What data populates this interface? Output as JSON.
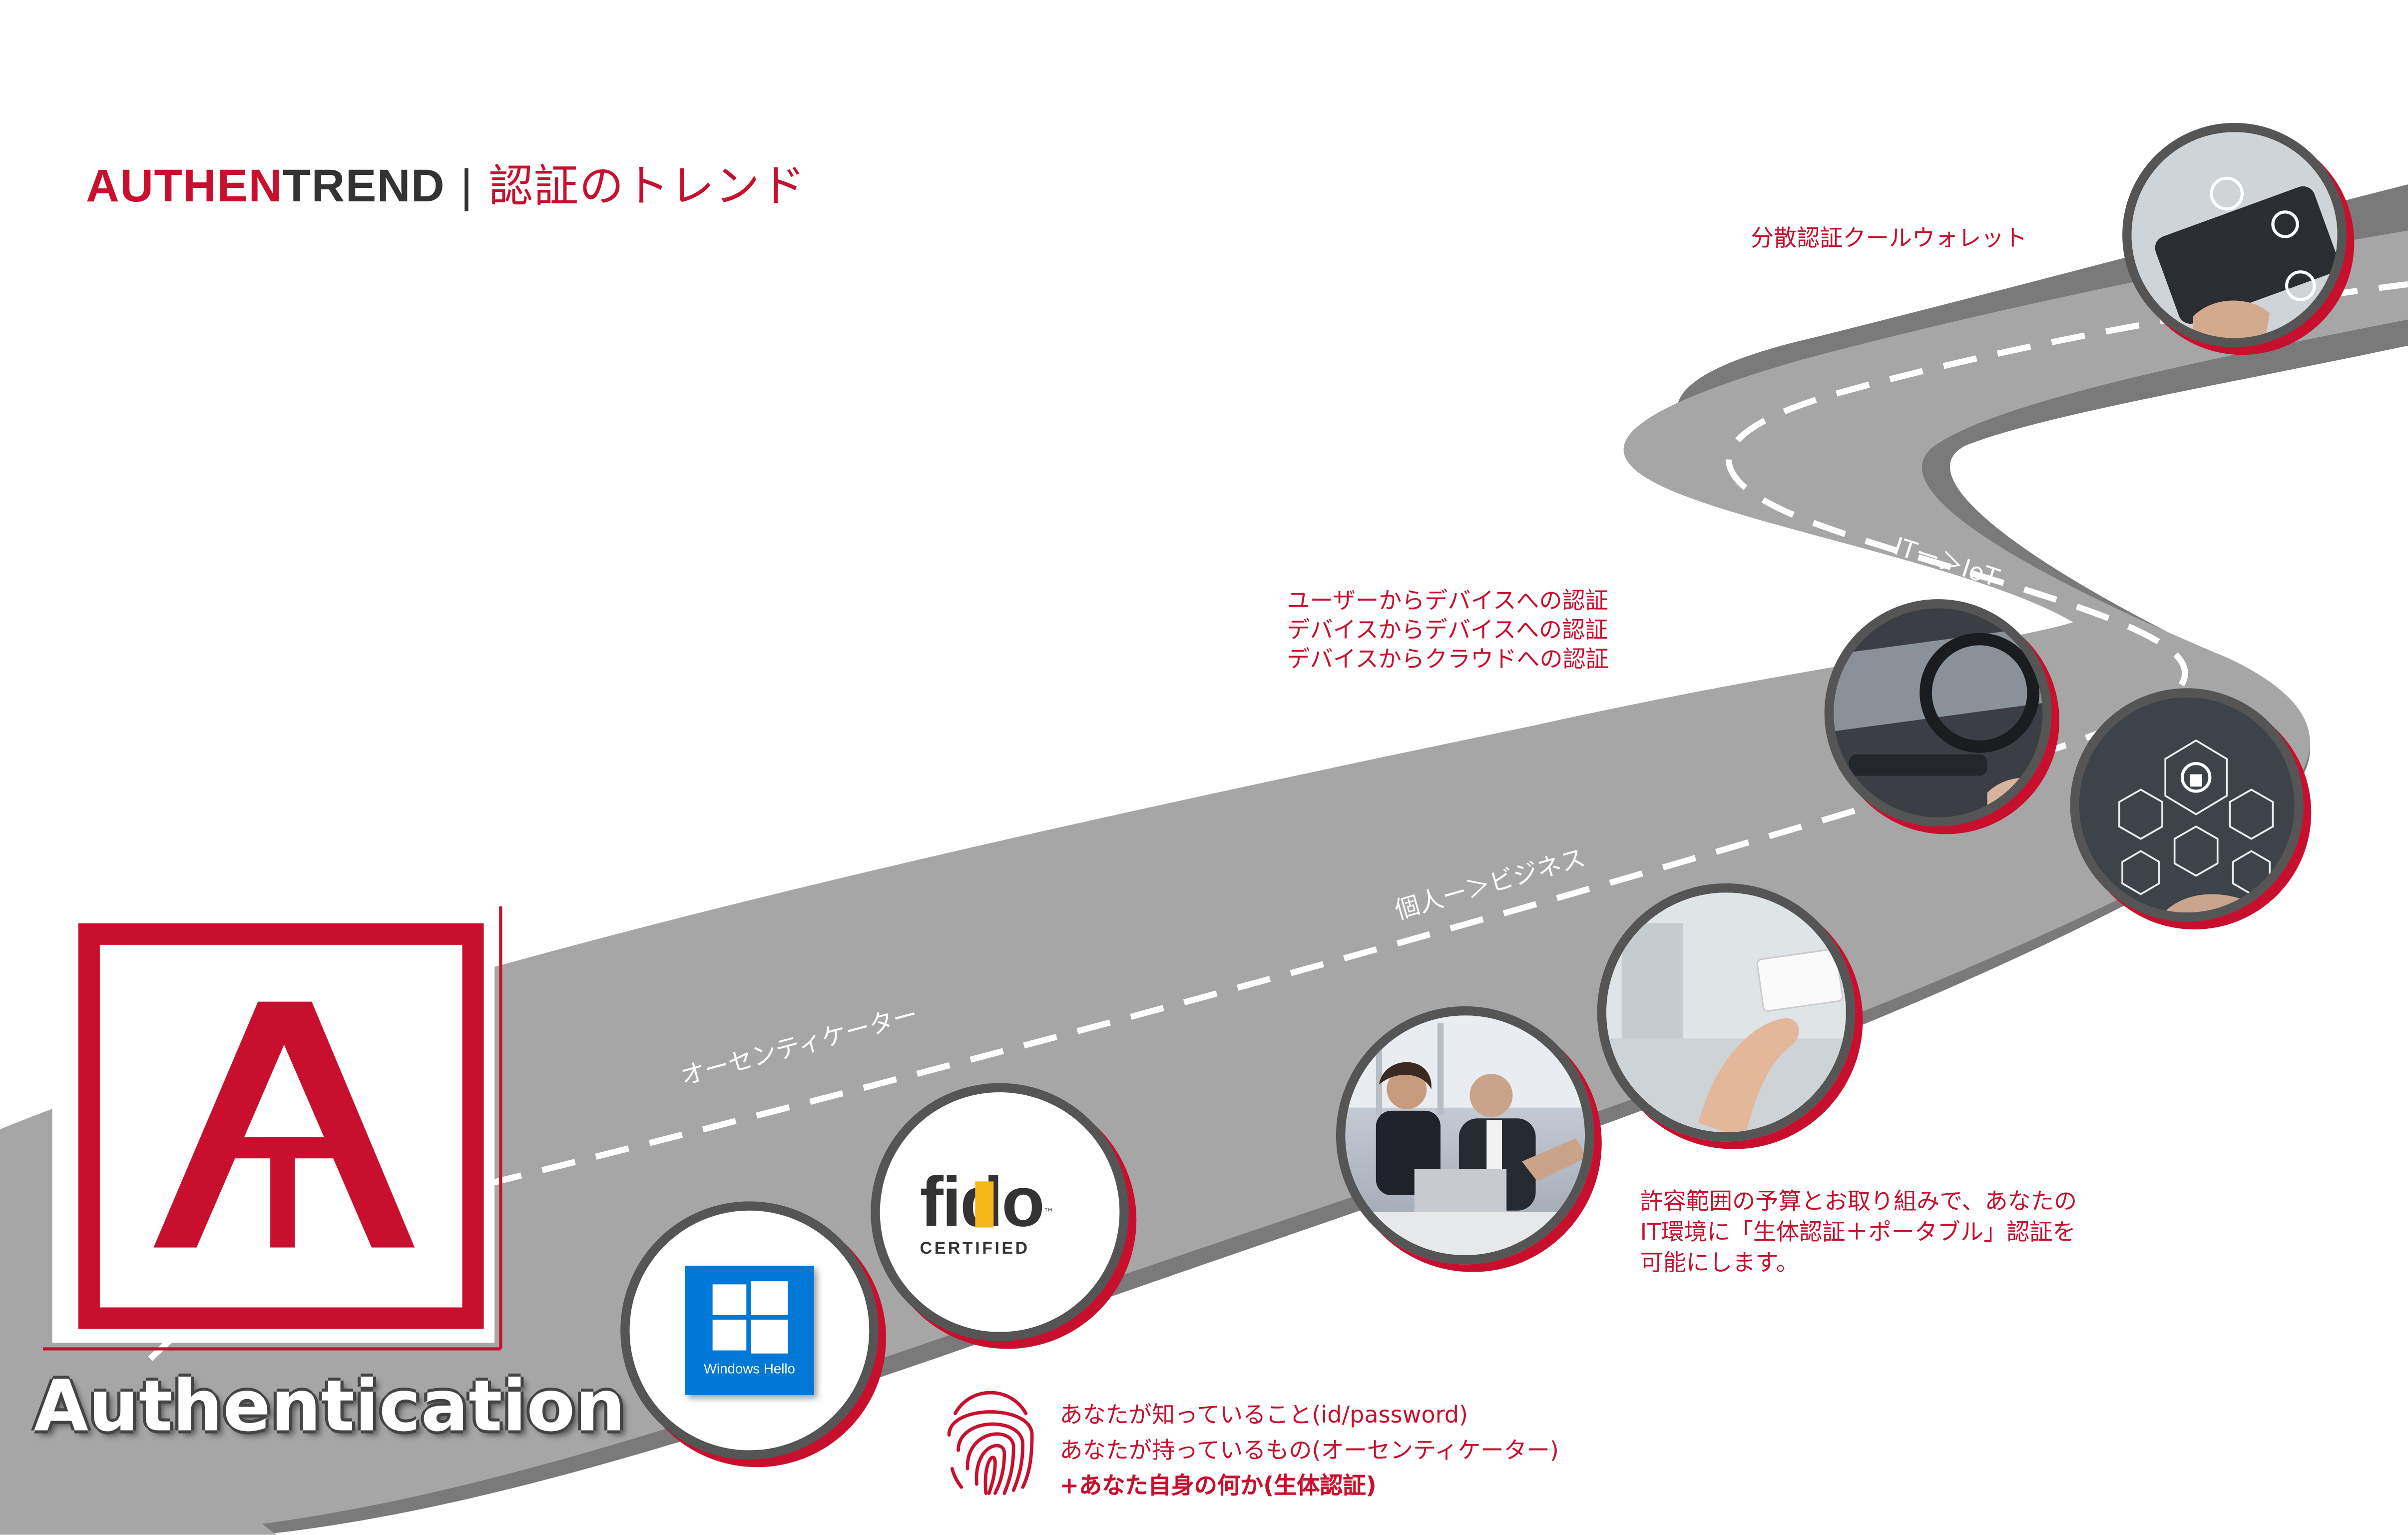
{
  "brand": {
    "name_part1": "AUTHEN",
    "name_part2": "TREND",
    "separator": "|",
    "tagline": "認証のトレンド"
  },
  "logo": {
    "wordmark": "Authentication",
    "letters": "AT"
  },
  "road_labels": {
    "authenticator": "オーセンティケーター",
    "personal_business": "個人ー＞ビジネス",
    "it_iot": "ITー＞IoT"
  },
  "texts": {
    "wallet": "分散認証クールウォレット",
    "iot_lines": [
      "ユーザーからデバイスへの認証",
      "デバイスからデバイスへの認証",
      "デバイスからクラウドへの認証"
    ],
    "budget_lines": [
      "許容範囲の予算とお取り組みで、あなたの",
      "IT環境に「生体認証＋ポータブル」認証を",
      "可能にします。"
    ],
    "factor_lines": [
      "あなたが知っていること(id/password)",
      "あなたが持っているもの(オーセンティケーター)",
      "+あなた自身の何か(生体認証)"
    ]
  },
  "badges": {
    "windows_hello": "Windows Hello",
    "fido": "fido",
    "fido_tm": "™",
    "fido_certified": "CERTIFIED"
  },
  "icons": [
    "windows-logo-icon",
    "fido-logo-icon",
    "fingerprint-icon",
    "business-meeting-photo",
    "card-hand-photo",
    "car-interior-photo",
    "network-security-icon",
    "phone-wallet-photo"
  ],
  "colors": {
    "accent": "#c8102e",
    "road": "#a6a6a6",
    "road_edge": "#7a7a7a",
    "fido_yellow": "#f4b81b"
  }
}
